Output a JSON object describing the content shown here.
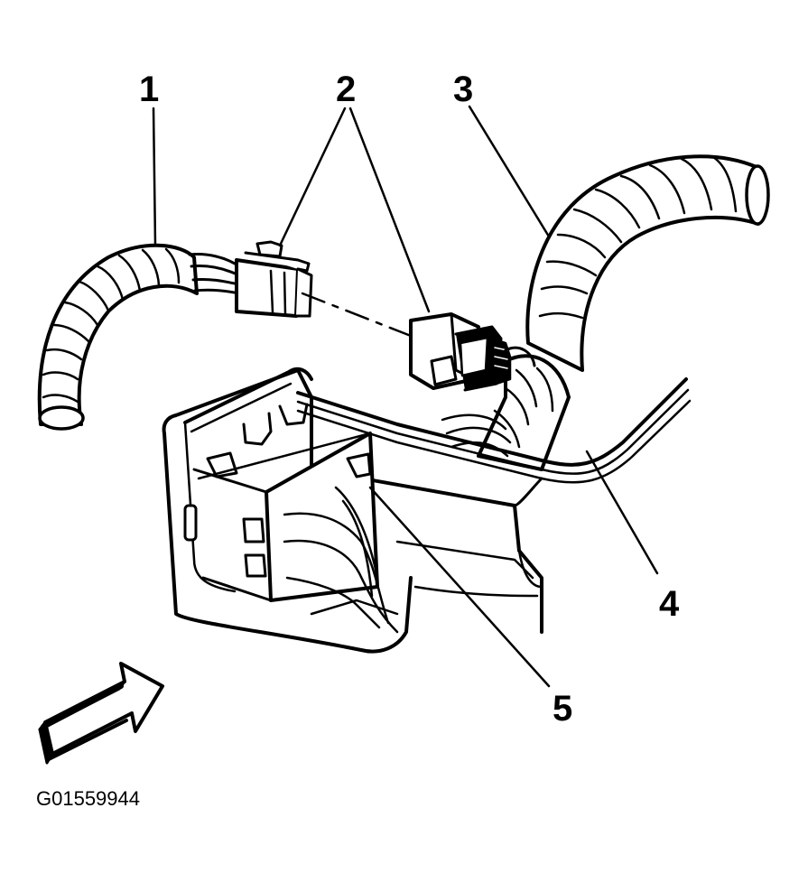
{
  "callouts": {
    "c1": "1",
    "c2": "2",
    "c3": "3",
    "c4": "4",
    "c5": "5"
  },
  "figure_id": "G01559944",
  "colors": {
    "ink": "#000000",
    "paper": "#ffffff"
  }
}
